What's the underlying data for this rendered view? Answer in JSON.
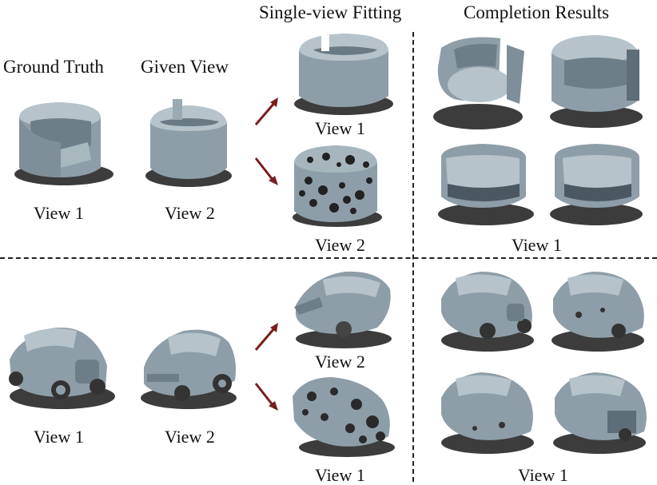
{
  "headers": {
    "ground_truth": "Ground Truth",
    "given_view": "Given View",
    "single_view_fitting": "Single-view Fitting",
    "completion_results": "Completion Results"
  },
  "chair_row": {
    "gt_label": "View 1",
    "given_label": "View 2",
    "fit_top_label": "View 1",
    "fit_bottom_label": "View 2",
    "completion_label": "View 1"
  },
  "car_row": {
    "gt_label": "View 1",
    "given_label": "View 2",
    "fit_top_label": "View 2",
    "fit_bottom_label": "View 1",
    "completion_label": "View 1"
  },
  "colors": {
    "mesh": "#8e9ea8",
    "mesh_light": "#b6c3cb",
    "mesh_dark": "#5e6e78",
    "shadow": "#1a1a1a",
    "arrow": "#7a1d1d"
  }
}
